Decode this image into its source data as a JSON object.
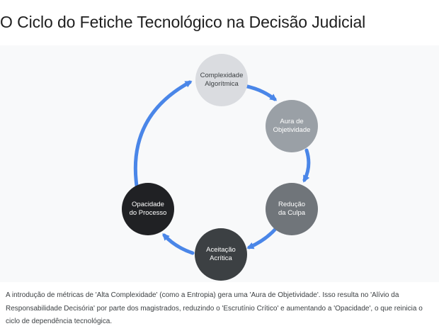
{
  "title": "O Ciclo do Fetiche Tecnológico na Decisão Judicial",
  "diagram": {
    "nodes": [
      {
        "label": "Complexidade\nAlgorítmica"
      },
      {
        "label": "Aura de\nObjetividade"
      },
      {
        "label": "Redução\nda Culpa"
      },
      {
        "label": "Aceitação\nAcrítica"
      },
      {
        "label": "Opacidade\ndo Processo"
      }
    ],
    "arrow_color": "#4a86e8"
  },
  "caption": "A introdução de métricas de 'Alta Complexidade' (como a Entropia) gera uma 'Aura de Objetividade'. Isso resulta no 'Alívio da Responsabilidade Decisória' por parte dos magistrados, reduzindo o 'Escrutínio Crítico' e aumentando a 'Opacidade', o que reinicia o ciclo de dependência tecnológica."
}
